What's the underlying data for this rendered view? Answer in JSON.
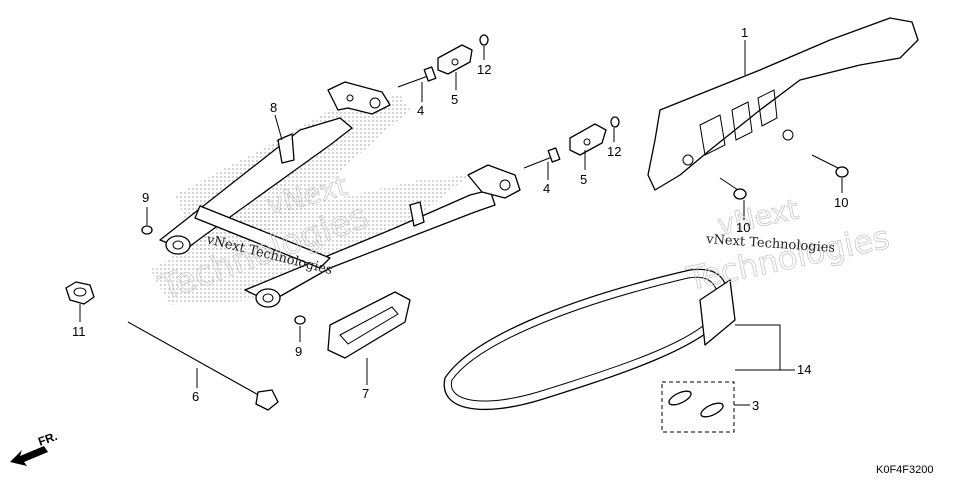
{
  "diagram": {
    "code": "K0F4F3200",
    "front_marker": "FR.",
    "watermarks": [
      "vNext Technologies",
      "vNext Technologies",
      "vNext",
      "Technologies"
    ],
    "callouts": [
      "1",
      "3",
      "4",
      "4",
      "5",
      "5",
      "6",
      "7",
      "8",
      "9",
      "9",
      "10",
      "10",
      "11",
      "12",
      "12",
      "14"
    ],
    "parts": [
      {
        "name": "swingarm",
        "callout": "8"
      },
      {
        "name": "chain-adjuster-bolt",
        "callout": "4"
      },
      {
        "name": "chain-adjuster",
        "callout": "5"
      },
      {
        "name": "adjuster-nut",
        "callout": "12"
      },
      {
        "name": "chain-case",
        "callout": "1"
      },
      {
        "name": "chain-case-bolt",
        "callout": "10"
      },
      {
        "name": "pivot-bolt",
        "callout": "6"
      },
      {
        "name": "pivot-nut",
        "callout": "11"
      },
      {
        "name": "washer",
        "callout": "9"
      },
      {
        "name": "chain-slider",
        "callout": "7"
      },
      {
        "name": "drive-chain",
        "callout": "14"
      },
      {
        "name": "master-link",
        "callout": "3"
      }
    ]
  }
}
